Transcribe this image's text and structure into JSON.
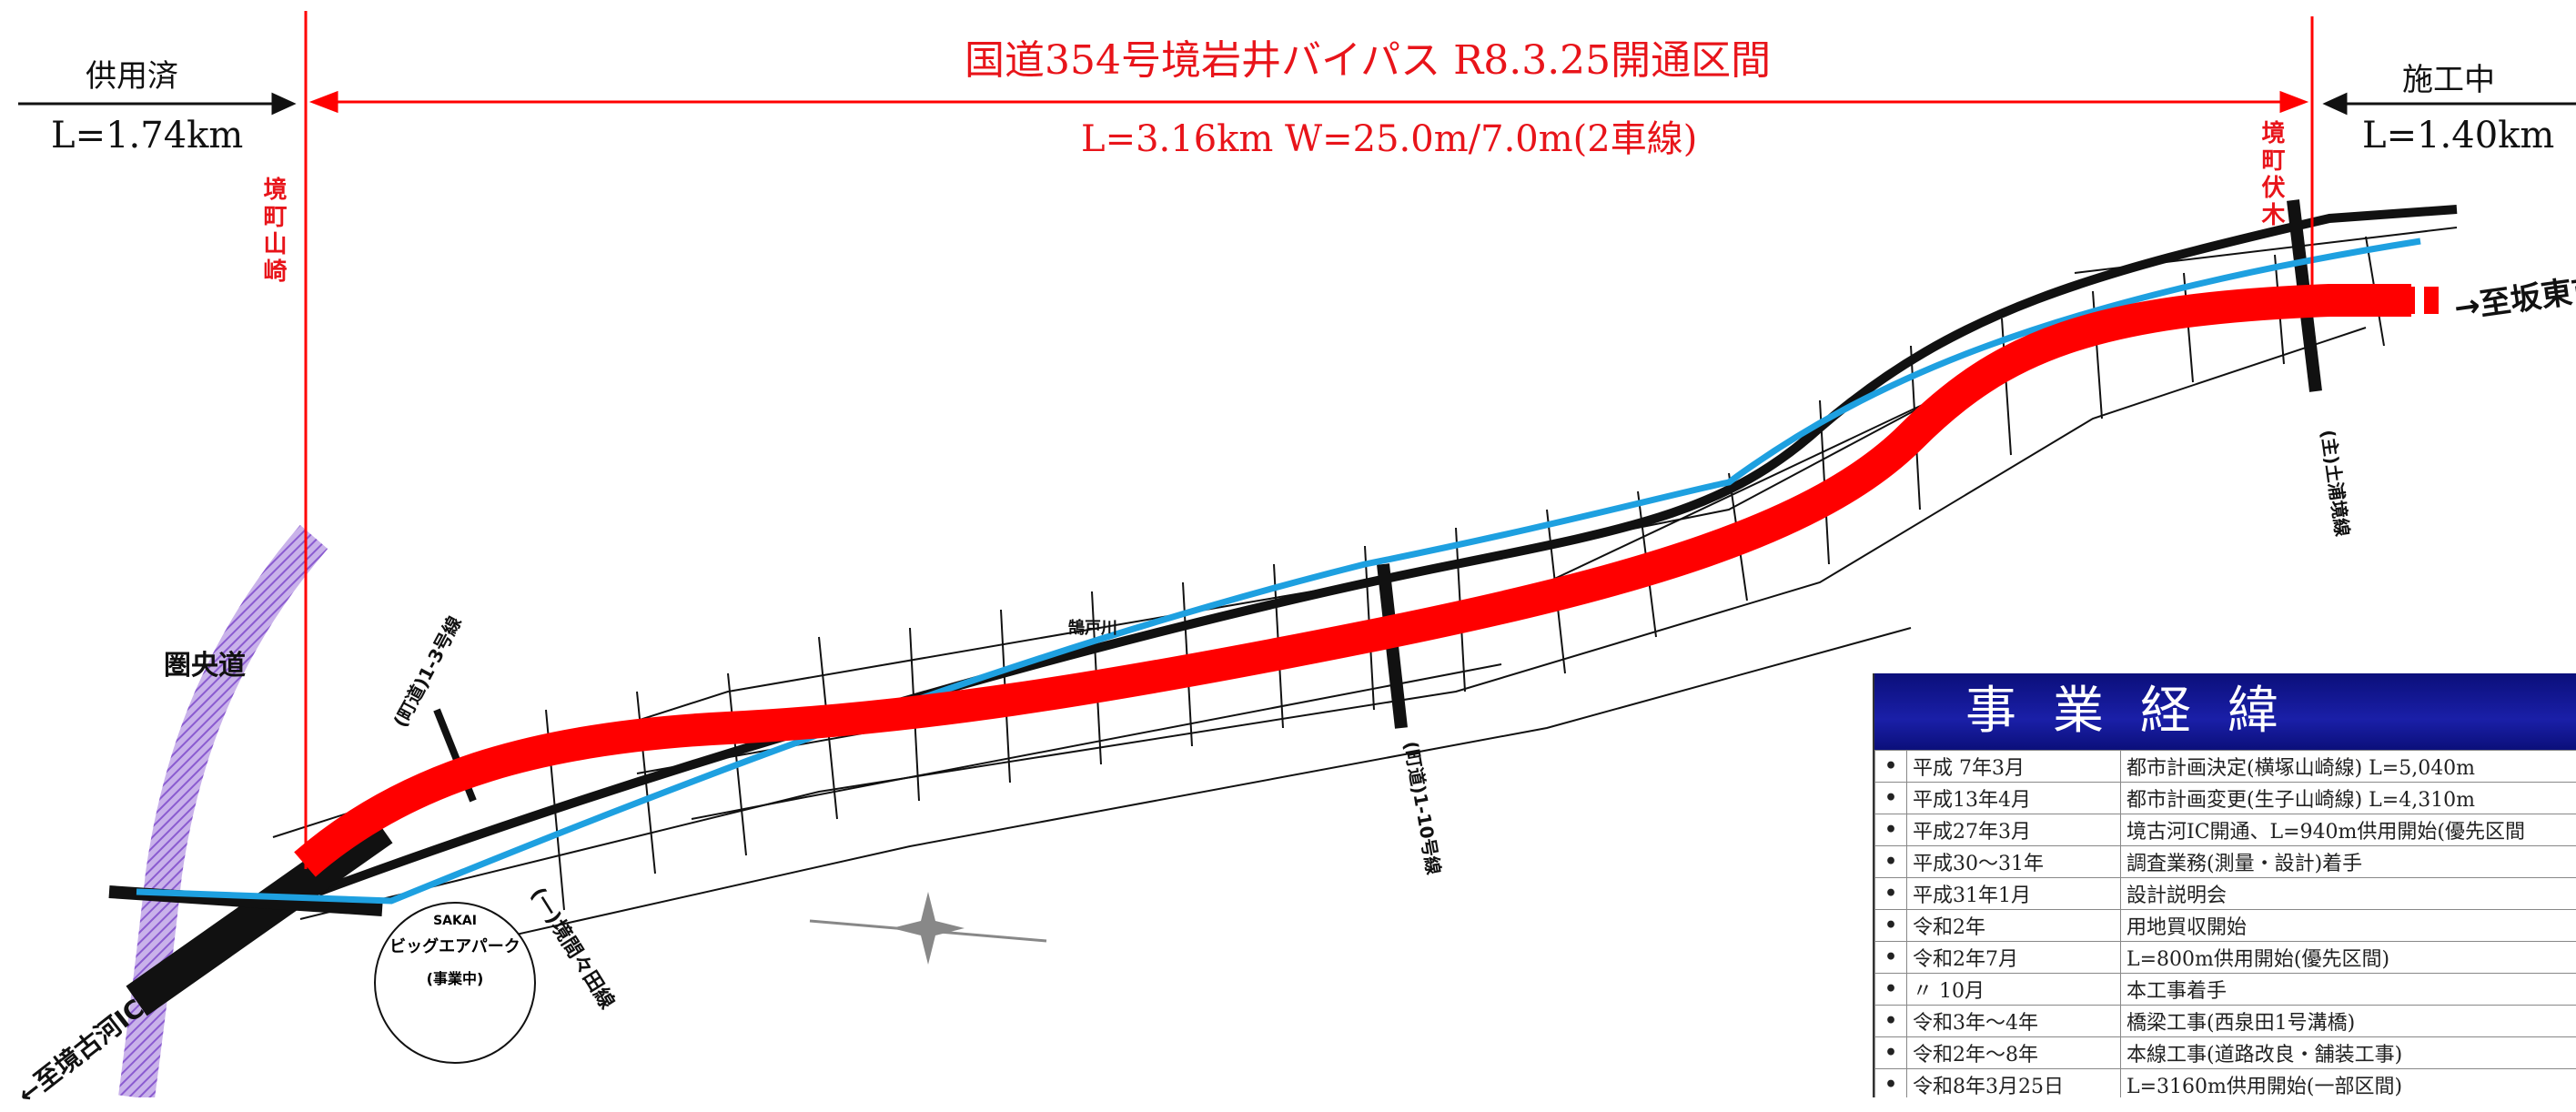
{
  "header": {
    "title": "国道354号境岩井バイパス R8.3.25開通区間",
    "subtitle": "L=3.16km W=25.0m/7.0m(2車線)",
    "left_status": "供用済",
    "left_length": "L=1.74km",
    "right_status": "施工中",
    "right_length": "L=1.40km"
  },
  "place_labels": {
    "start": "境町山崎",
    "end": "境町伏木",
    "expressway": "圏央道",
    "to_koga": "←至境古河IC",
    "to_bando": "→至坂東市",
    "river": "鵠戸川",
    "road_town_left": "(町道)1-3号線",
    "road_pref_left": "(一)境間々田線",
    "road_town_mid": "(町道)1-10号線",
    "road_main_right": "(主)土浦境線",
    "park_name_en": "SAKAI",
    "park_name": "ビッグエアパーク",
    "park_status": "(事業中)"
  },
  "colors": {
    "bypass": "#ff0000",
    "existing_road": "#111111",
    "river": "#1ea0e0",
    "expressway": "#9a6ad0",
    "table_header": "#0b0f7a"
  },
  "history": {
    "title": "事業経緯",
    "rows": [
      {
        "date": "平成 7年3月",
        "event": "都市計画決定(横塚山崎線) L=5,040m"
      },
      {
        "date": "平成13年4月",
        "event": "都市計画変更(生子山崎線) L=4,310m"
      },
      {
        "date": "平成27年3月",
        "event": "境古河IC開通、L=940m供用開始(優先区間"
      },
      {
        "date": "平成30～31年",
        "event": "調査業務(測量・設計)着手"
      },
      {
        "date": "平成31年1月",
        "event": "設計説明会"
      },
      {
        "date": "令和2年",
        "event": "用地買収開始"
      },
      {
        "date": "令和2年7月",
        "event": "L=800m供用開始(優先区間)"
      },
      {
        "date": "〃 10月",
        "event": "本工事着手"
      },
      {
        "date": "令和3年～4年",
        "event": "橋梁工事(西泉田1号溝橋)"
      },
      {
        "date": "令和2年～8年",
        "event": "本線工事(道路改良・舗装工事)"
      },
      {
        "date": "令和8年3月25日",
        "event": "L=3160m供用開始(一部区間)"
      }
    ]
  }
}
